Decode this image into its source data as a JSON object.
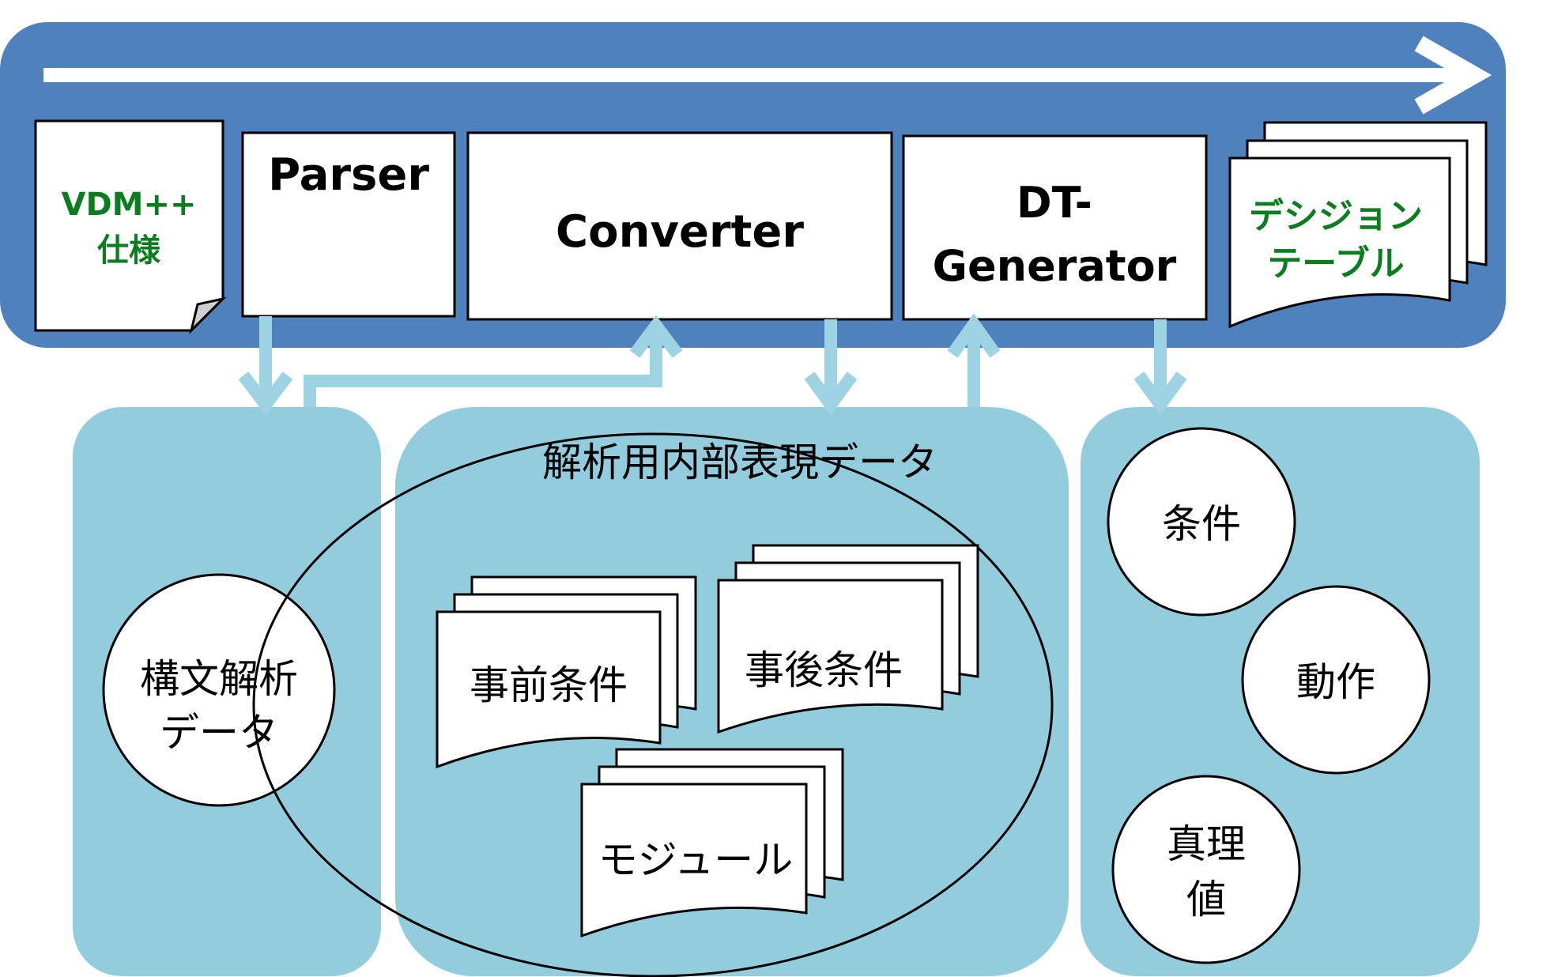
{
  "colors": {
    "pipeline_band": "#4f81bd",
    "panel": "#93cddd",
    "connector": "#9dd3e2",
    "arrow_white": "#ffffff",
    "box_fill": "#ffffff",
    "stroke": "#000000",
    "green_text": "#0a7d1e",
    "black_text": "#000000"
  },
  "pipeline": {
    "input_doc": {
      "line1": "VDM++",
      "line2": "仕様"
    },
    "parser": {
      "label": "Parser"
    },
    "converter": {
      "label": "Converter"
    },
    "dt_generator": {
      "line1": "DT-",
      "line2": "Generator"
    },
    "output_doc": {
      "line1": "デシジョン",
      "line2": "テーブル"
    }
  },
  "panels": {
    "syntax": {
      "circle_line1": "構文解析",
      "circle_line2": "データ"
    },
    "internal": {
      "title": "解析用内部表現データ",
      "pre": "事前条件",
      "post": "事後条件",
      "module": "モジュール"
    },
    "dt_parts": {
      "condition": "条件",
      "action": "動作",
      "truth_line1": "真理",
      "truth_line2": "値"
    }
  }
}
